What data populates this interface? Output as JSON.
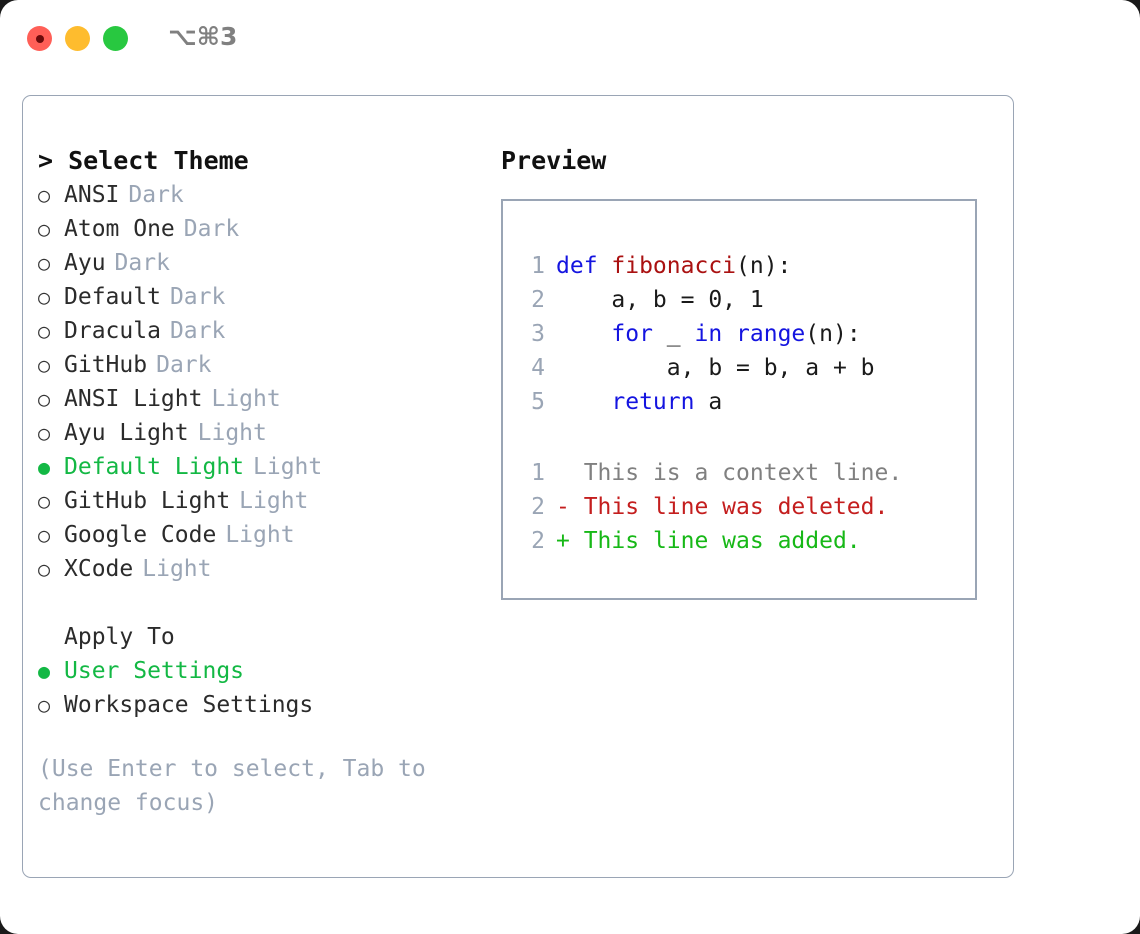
{
  "window": {
    "shortcut": "⌥⌘3",
    "traffic_lights": [
      {
        "name": "close",
        "color": "#ff5f57"
      },
      {
        "name": "minimize",
        "color": "#febc2e"
      },
      {
        "name": "maximize",
        "color": "#28c840"
      }
    ]
  },
  "theme_picker": {
    "header": "> Select Theme",
    "options": [
      {
        "marker": "○",
        "label": "ANSI",
        "category": "Dark",
        "selected": false
      },
      {
        "marker": "○",
        "label": "Atom One",
        "category": "Dark",
        "selected": false
      },
      {
        "marker": "○",
        "label": "Ayu",
        "category": "Dark",
        "selected": false
      },
      {
        "marker": "○",
        "label": "Default",
        "category": "Dark",
        "selected": false
      },
      {
        "marker": "○",
        "label": "Dracula",
        "category": "Dark",
        "selected": false
      },
      {
        "marker": "○",
        "label": "GitHub",
        "category": "Dark",
        "selected": false
      },
      {
        "marker": "○",
        "label": "ANSI Light",
        "category": "Light",
        "selected": false
      },
      {
        "marker": "○",
        "label": "Ayu Light",
        "category": "Light",
        "selected": false
      },
      {
        "marker": "●",
        "label": "Default Light",
        "category": "Light",
        "selected": true
      },
      {
        "marker": "○",
        "label": "GitHub Light",
        "category": "Light",
        "selected": false
      },
      {
        "marker": "○",
        "label": "Google Code",
        "category": "Light",
        "selected": false
      },
      {
        "marker": "○",
        "label": "XCode",
        "category": "Light",
        "selected": false
      }
    ]
  },
  "apply_to": {
    "title": "Apply To",
    "options": [
      {
        "marker": "●",
        "label": "User Settings",
        "selected": true
      },
      {
        "marker": "○",
        "label": "Workspace Settings",
        "selected": false
      }
    ]
  },
  "hint": "(Use Enter to select, Tab to change focus)",
  "preview": {
    "title": "Preview",
    "code_lines": [
      {
        "no": "1",
        "tokens": [
          {
            "t": "def ",
            "c": "kw"
          },
          {
            "t": "fibonacci",
            "c": "fn"
          },
          {
            "t": "(n):",
            "c": "plain"
          }
        ]
      },
      {
        "no": "2",
        "tokens": [
          {
            "t": "    a, b = 0, 1",
            "c": "plain"
          }
        ]
      },
      {
        "no": "3",
        "tokens": [
          {
            "t": "    ",
            "c": "plain"
          },
          {
            "t": "for",
            "c": "kw"
          },
          {
            "t": " _ ",
            "c": "plain"
          },
          {
            "t": "in",
            "c": "kw"
          },
          {
            "t": " ",
            "c": "plain"
          },
          {
            "t": "range",
            "c": "kw"
          },
          {
            "t": "(n):",
            "c": "plain"
          }
        ]
      },
      {
        "no": "4",
        "tokens": [
          {
            "t": "        a, b = b, a + b",
            "c": "plain"
          }
        ]
      },
      {
        "no": "5",
        "tokens": [
          {
            "t": "    ",
            "c": "plain"
          },
          {
            "t": "return",
            "c": "kw"
          },
          {
            "t": " a",
            "c": "plain"
          }
        ]
      }
    ],
    "diff_lines": [
      {
        "no": "1",
        "sign": " ",
        "text": " This is a context line.",
        "kind": "ctx"
      },
      {
        "no": "2",
        "sign": "-",
        "text": " This line was deleted.",
        "kind": "del"
      },
      {
        "no": "2",
        "sign": "+",
        "text": " This line was added.",
        "kind": "add"
      }
    ]
  },
  "colors": {
    "accent_green": "#13b844",
    "muted": "#9aa5b5",
    "keyword_blue": "#1414e0",
    "function_red": "#aa1111",
    "diff_deleted": "#c41e1e",
    "diff_added": "#17b817",
    "border": "#9aa5b5"
  }
}
